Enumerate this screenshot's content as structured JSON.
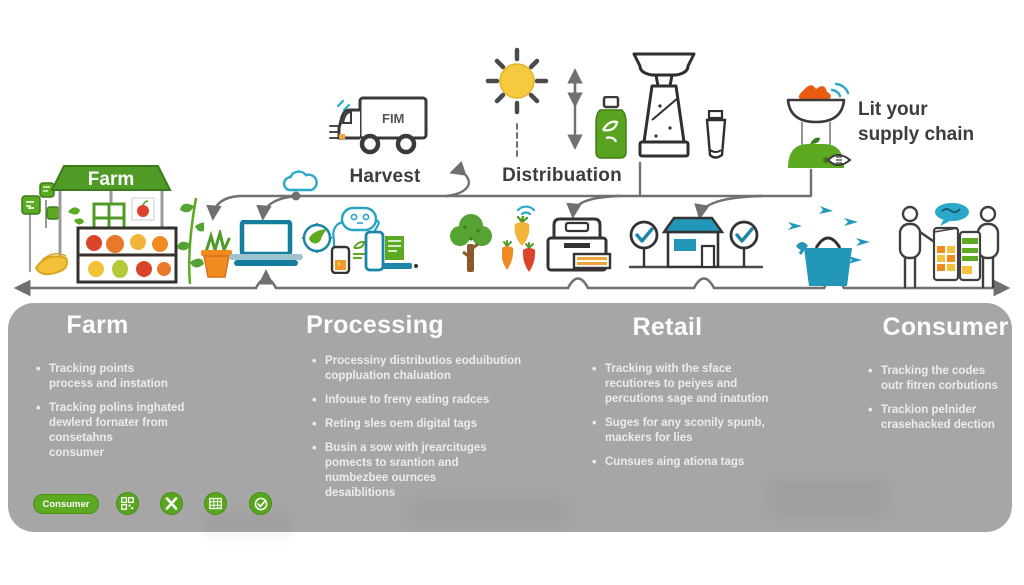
{
  "top": {
    "farm_sign": "Farm",
    "truck_text": "FIM",
    "harvest_label": "Harvest",
    "distribution_label": "Distribuation",
    "supply_note": "Lit your\nsupply chain"
  },
  "panel": {
    "columns": [
      {
        "header": "Farm",
        "bullets": [
          "Tracking points\nprocess and instation",
          "Tracking polins inghated\ndewlerd fornater from\nconsetahns\nconsumer"
        ]
      },
      {
        "header": "Processing",
        "bullets": [
          "Processiny distributios eoduibution\ncoppluation chaluation",
          "Infouue to freny eating radces",
          "Reting sles oem digital tags",
          "Busin a sow with jrearcituges\npomects to srantion and\nnumbezbee ournces\ndesaiblitions"
        ]
      },
      {
        "header": "Retail",
        "bullets": [
          "Tracking with the sface\nrecutiores to peiyes and\npercutions sage and inatution",
          "Suges for any sconily spunb,\nmackers for lies",
          "Cunsues aing ationa tags"
        ]
      },
      {
        "header": "Consumer",
        "bullets": [
          "Tracking the codes\noutr fitren corbutions",
          "Trackion pelnider\ncrasehacked dection"
        ]
      }
    ]
  },
  "badges": {
    "pill_label": "Consumer",
    "icons": [
      "qr-code",
      "x-mark",
      "spreadsheet",
      "check-circle"
    ]
  },
  "scene_icons": [
    "farm-stand",
    "plant-sprig",
    "potted-plant",
    "cloud",
    "delivery-truck",
    "sun",
    "up-down-arrow",
    "green-bottle",
    "blender-machine",
    "tube",
    "bird-bowl-sensor",
    "laptop",
    "leaf-check-badge",
    "robot-with-devices",
    "tree",
    "carrots",
    "wifi-signal",
    "printer-machine",
    "check-post",
    "store",
    "shopping-bag-planes",
    "people-with-products"
  ],
  "colors": {
    "green": "#5ca922",
    "dark_green": "#3c7a1d",
    "teal": "#2196b8",
    "orange": "#ef8b1f",
    "red": "#d9442b",
    "yellow": "#f2c239",
    "panel_gray": "#a6a6a6",
    "connector_gray": "#707070",
    "text_dark": "#3d3d3d"
  }
}
